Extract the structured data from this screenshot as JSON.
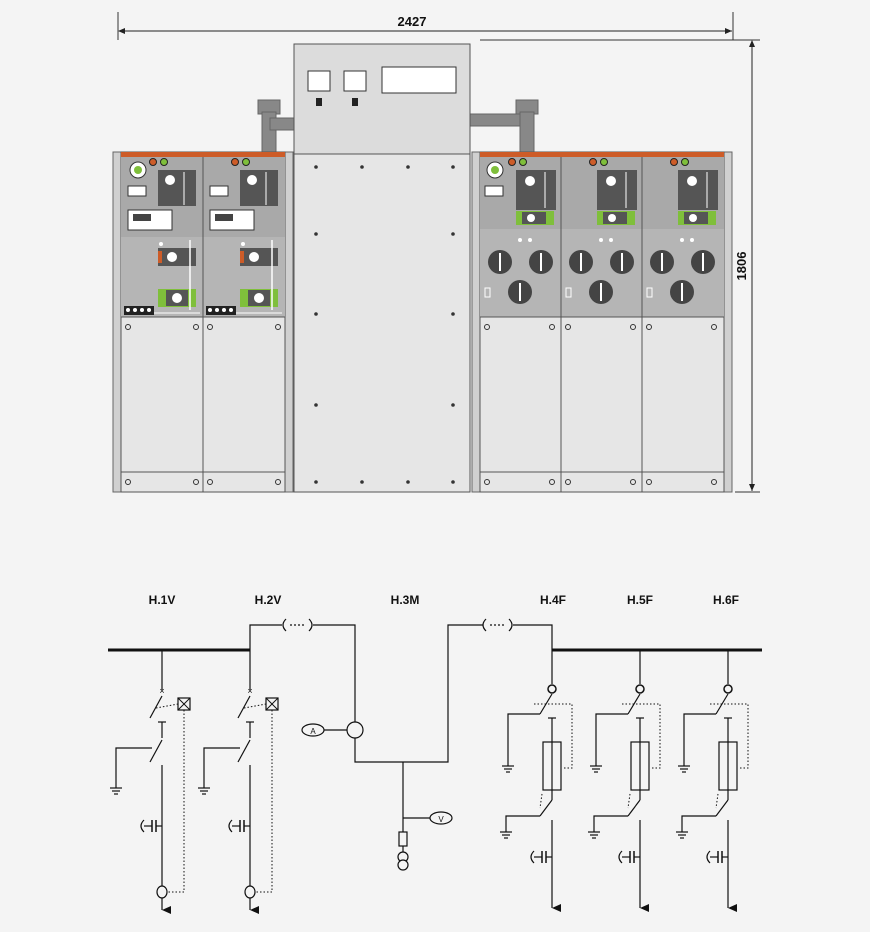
{
  "dimensions": {
    "width_label": "2427",
    "height_label": "1806"
  },
  "panels": [
    {
      "id": "H.1V",
      "type": "circuit-breaker"
    },
    {
      "id": "H.2V",
      "type": "circuit-breaker"
    },
    {
      "id": "H.3M",
      "type": "metering"
    },
    {
      "id": "H.4F",
      "type": "fuse-switch"
    },
    {
      "id": "H.5F",
      "type": "fuse-switch"
    },
    {
      "id": "H.6F",
      "type": "fuse-switch"
    }
  ],
  "meters": {
    "ammeter_symbol": "A",
    "voltmeter_symbol": "V"
  },
  "colors": {
    "background": "#f4f4f4",
    "cabinet_front": "#e3e3e3",
    "cabinet_top_section": "#a9a9a9",
    "cabinet_stripe": "#cd5c28",
    "mechanism_plate": "#555555",
    "indicator_green": "#7fbf3b",
    "line": "#111111"
  }
}
